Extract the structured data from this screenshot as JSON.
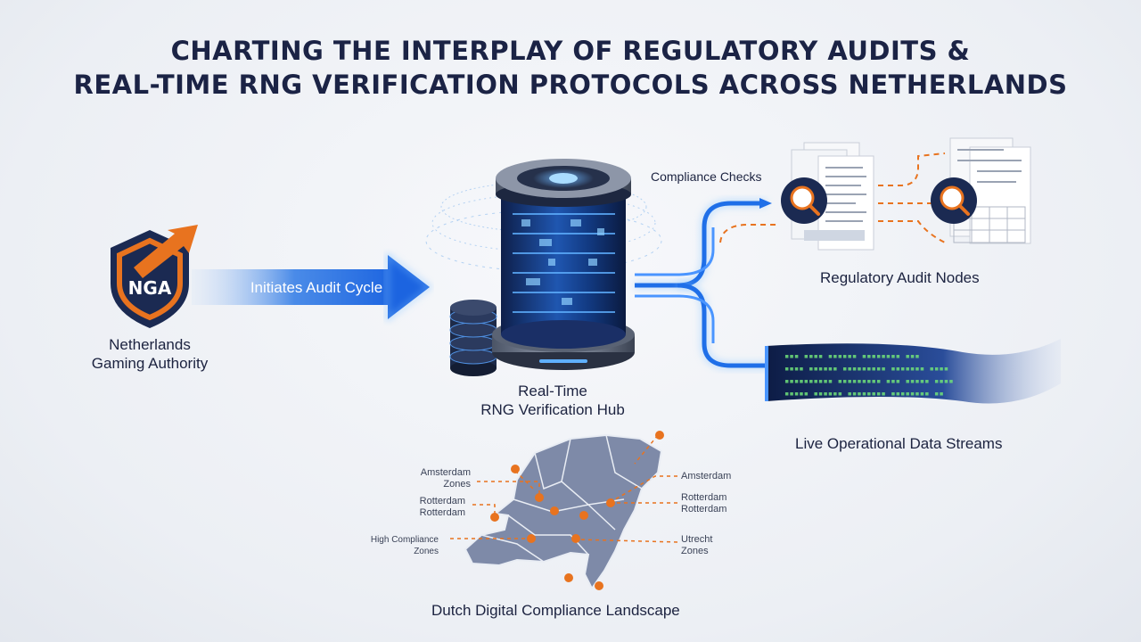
{
  "title": {
    "line1": "CHARTING THE INTERPLAY OF REGULATORY AUDITS &",
    "line2": "REAL-TIME RNG VERIFICATION PROTOCOLS ACROSS NETHERLANDS"
  },
  "authority": {
    "badge": "NGA",
    "name_line1": "Netherlands",
    "name_line2": "Gaming Authority"
  },
  "flow_arrow_label": "Initiates Audit Cycle",
  "hub": {
    "line1": "Real-Time",
    "line2": "RNG Verification Hub"
  },
  "compliance_label": "Compliance Checks",
  "audit_nodes_label": "Regulatory Audit Nodes",
  "data_streams_label": "Live Operational Data Streams",
  "map": {
    "title": "Dutch Digital Compliance Landscape",
    "callouts": {
      "left1a": "Amsterdam",
      "left1b": "Zones",
      "left2a": "Rotterdam",
      "left2b": "Rotterdam",
      "left3a": "High Compliance",
      "left3b": "Zones",
      "right1": "Amsterdam",
      "right2a": "Rotterdam",
      "right2b": "Rotterdam",
      "right3a": "Utrecht",
      "right3b": "Zones"
    }
  },
  "colors": {
    "navy": "#1b2a52",
    "accent_orange": "#e8731f",
    "glow_blue": "#2f8cff"
  }
}
